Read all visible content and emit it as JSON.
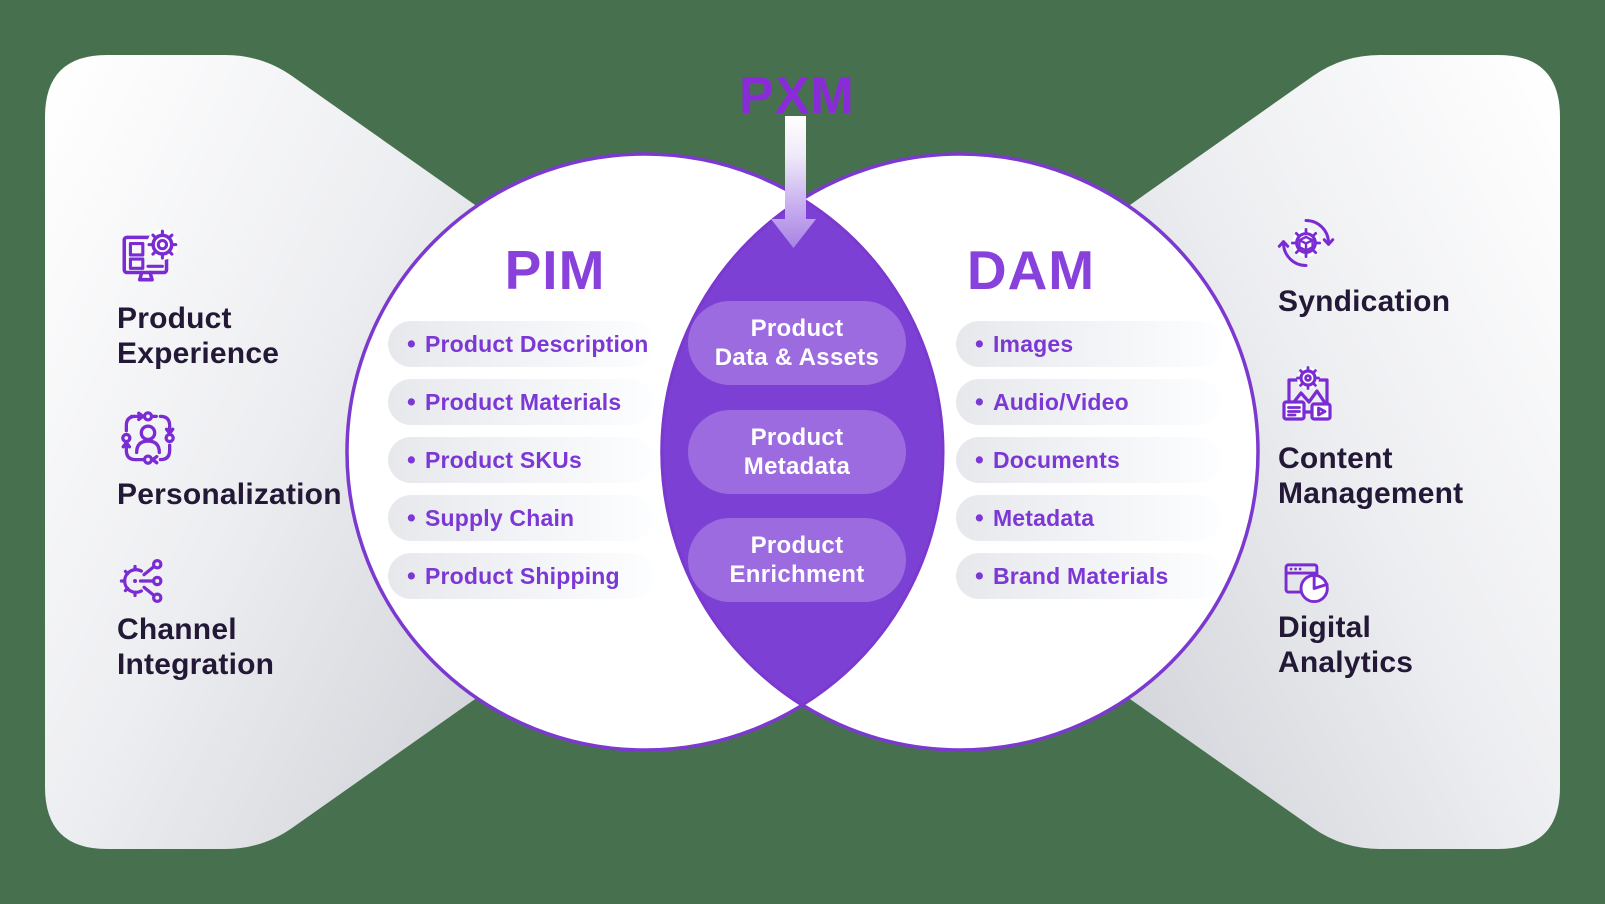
{
  "center": {
    "title": "PXM"
  },
  "venn": {
    "bullet_char": "•",
    "pim": {
      "title": "PIM",
      "items": [
        "Product Description",
        "Product Materials",
        "Product SKUs",
        "Supply Chain",
        "Product Shipping"
      ]
    },
    "dam": {
      "title": "DAM",
      "items": [
        "Images",
        "Audio/Video",
        "Documents",
        "Metadata",
        "Brand Materials"
      ]
    },
    "overlap": {
      "items": [
        {
          "line1": "Product",
          "line2": "Data & Assets"
        },
        {
          "line1": "Product",
          "line2": "Metadata"
        },
        {
          "line1": "Product",
          "line2": "Enrichment"
        }
      ]
    }
  },
  "sides": {
    "left": {
      "items": [
        {
          "icon": "monitor-gear-icon",
          "lines": [
            "Product",
            "Experience"
          ]
        },
        {
          "icon": "person-loop-icon",
          "lines": [
            "Personalization"
          ]
        },
        {
          "icon": "gear-network-icon",
          "lines": [
            "Channel",
            "Integration"
          ]
        }
      ]
    },
    "right": {
      "items": [
        {
          "icon": "sync-arrows-gear-cube-icon",
          "lines": [
            "Syndication"
          ]
        },
        {
          "icon": "media-gear-doc-video-icon",
          "lines": [
            "Content",
            "Management"
          ]
        },
        {
          "icon": "browser-pie-chart-icon",
          "lines": [
            "Digital",
            "Analytics"
          ]
        }
      ]
    }
  },
  "colors": {
    "background_green": "#47714E",
    "pxm_purple": "#8A2BD9",
    "heading_purple": "#8941DB",
    "list_text_purple": "#7C38D5",
    "lens_fill": "#7C40D4",
    "lens_pill_fill": "#9C6BDF",
    "circle_stroke": "#7B39CF",
    "icon_purple": "#7A2BD3",
    "dark_text": "#241837",
    "backdrop_gray": "#BEC1C8"
  }
}
